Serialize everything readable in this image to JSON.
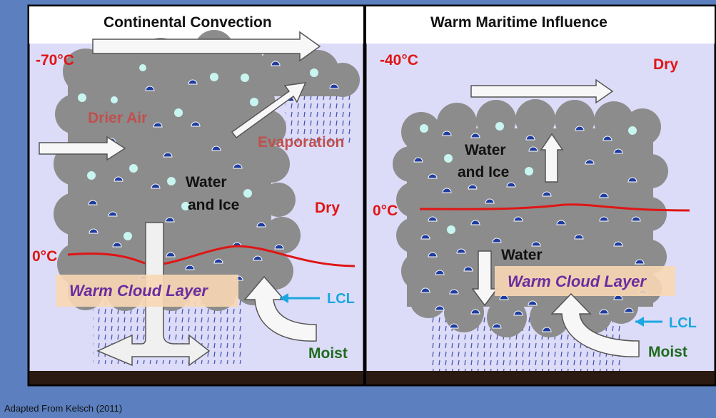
{
  "left_panel": {
    "title": "Continental Convection",
    "top_temp": "-70°C",
    "freezing_label": "0°C",
    "drier_air": "Drier Air",
    "evaporation": "Evaporation",
    "water_ice_line1": "Water",
    "water_ice_line2": "and Ice",
    "dry": "Dry",
    "warm_cloud_layer": "Warm Cloud Layer",
    "lcl": "LCL",
    "moist": "Moist"
  },
  "right_panel": {
    "title": "Warm Maritime Influence",
    "top_temp": "-40°C",
    "dry": "Dry",
    "freezing_label": "0°C",
    "water_ice_line1": "Water",
    "water_ice_line2": "and Ice",
    "water": "Water",
    "warm_cloud_layer": "Warm Cloud Layer",
    "lcl": "LCL",
    "moist": "Moist"
  },
  "citation": "Adapted From Kelsch (2011)",
  "colors": {
    "background": "#5b7fbf",
    "panel": "#dcdcf8",
    "cloud": "#8c8c8c",
    "ice_crystal": "#c8f5f0",
    "water_drop": "#1e3ca0",
    "freezing_line": "#e01515",
    "ground": "#2b1a12",
    "warm_layer_box": "#f8d7b4",
    "lcl_arrow": "#1ba7e0"
  }
}
